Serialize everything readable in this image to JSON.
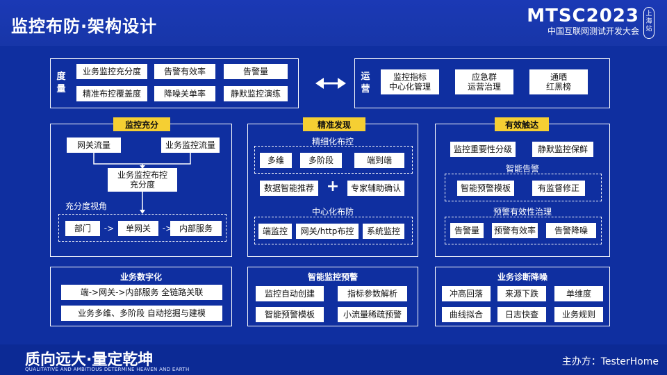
{
  "header": {
    "title": "监控布防·架构设计",
    "brand_main": "MTSC2023",
    "brand_sub": "中国互联网测试开发大会",
    "location_tag": "上海站"
  },
  "metrics_panel": {
    "label": "度量",
    "items": [
      "业务监控充分度",
      "告警有效率",
      "告警量",
      "精准布控覆盖度",
      "降噪关单率",
      "静默监控演练"
    ]
  },
  "ops_panel": {
    "label": "运营",
    "items": [
      "监控指标\n中心化管理",
      "应急群\n运营治理",
      "通晒\n红黑榜"
    ]
  },
  "coverage_panel": {
    "tag": "监控充分",
    "gateway_flow": "网关流量",
    "biz_flow": "业务监控流量",
    "coverage": "业务监控布控\n充分度",
    "view_label": "充分度视角",
    "chain": [
      "部门",
      "单网关",
      "内部服务"
    ],
    "chain_sep": "->"
  },
  "precise_panel": {
    "tag": "精准发现",
    "fine_label": "精细化布控",
    "fine_items": [
      "多维",
      "多阶段",
      "端到端"
    ],
    "recommend_left": "数据智能推荐",
    "plus": "+",
    "recommend_right": "专家辅助确认",
    "central_label": "中心化布防",
    "central_items": [
      "端监控",
      "网关/http布控",
      "系统监控"
    ]
  },
  "reach_panel": {
    "tag": "有效触达",
    "top_items": [
      "监控重要性分级",
      "静默监控保鲜"
    ],
    "smart_label": "智能告警",
    "smart_items": [
      "智能预警模板",
      "有监督修正"
    ],
    "governance_label": "预警有效性治理",
    "governance_items": [
      "告警量",
      "预警有效率",
      "告警降噪"
    ]
  },
  "digital_panel": {
    "title": "业务数字化",
    "items": [
      "端->网关->内部服务 全链路关联",
      "业务多维、多阶段 自动挖掘与建模"
    ]
  },
  "warning_panel": {
    "title": "智能监控预警",
    "items": [
      "监控自动创建",
      "指标参数解析",
      "智能预警模板",
      "小流量稀疏预警"
    ]
  },
  "diagnosis_panel": {
    "title": "业务诊断降噪",
    "items": [
      "冲高回落",
      "来源下跌",
      "单维度",
      "曲线拟合",
      "日志快查",
      "业务规则"
    ]
  },
  "footer": {
    "slogan": "质向远大·量定乾坤",
    "slogan_en": "QUALITATIVE AND AMBITIOUS DETERMINE HEAVEN AND EARTH",
    "organizer": "主办方：TesterHome"
  },
  "colors": {
    "background": "#0f2fa0",
    "header": "#1736a8",
    "tag": "#f5cf33",
    "box": "#ffffff"
  }
}
